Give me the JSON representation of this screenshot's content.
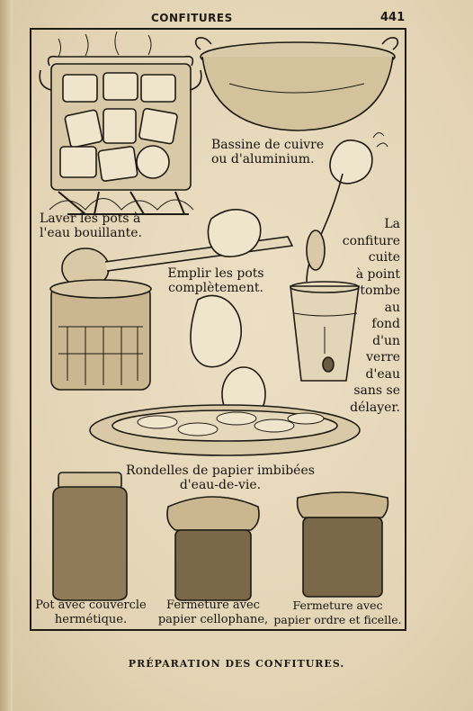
{
  "header": {
    "running_head": "CONFITURES",
    "page_number": "441"
  },
  "plate": {
    "labels": {
      "bassine_line1": "Bassine de cuivre",
      "bassine_line2": "ou d'aluminium.",
      "laver_line1": "Laver les pots à",
      "laver_line2": "l'eau bouillante.",
      "confiture_lines": [
        "La",
        "confiture",
        "cuite",
        "à point",
        "tombe",
        "au",
        "fond",
        "d'un",
        "verre",
        "d'eau",
        "sans se",
        "délayer."
      ],
      "emplir_line1": "Emplir les pots",
      "emplir_line2": "complètement.",
      "rondelles_line1": "Rondelles de papier imbibées",
      "rondelles_line2": "d'eau-de-vie.",
      "pot_line1": "Pot avec couvercle",
      "pot_line2": "hermétique.",
      "cellophane_line1": "Fermeture avec",
      "cellophane_line2": "papier cellophane,",
      "ficelle_line1": "Fermeture avec",
      "ficelle_line2": "papier ordre et ficelle."
    }
  },
  "caption": "PRÉPARATION DES CONFITURES."
}
